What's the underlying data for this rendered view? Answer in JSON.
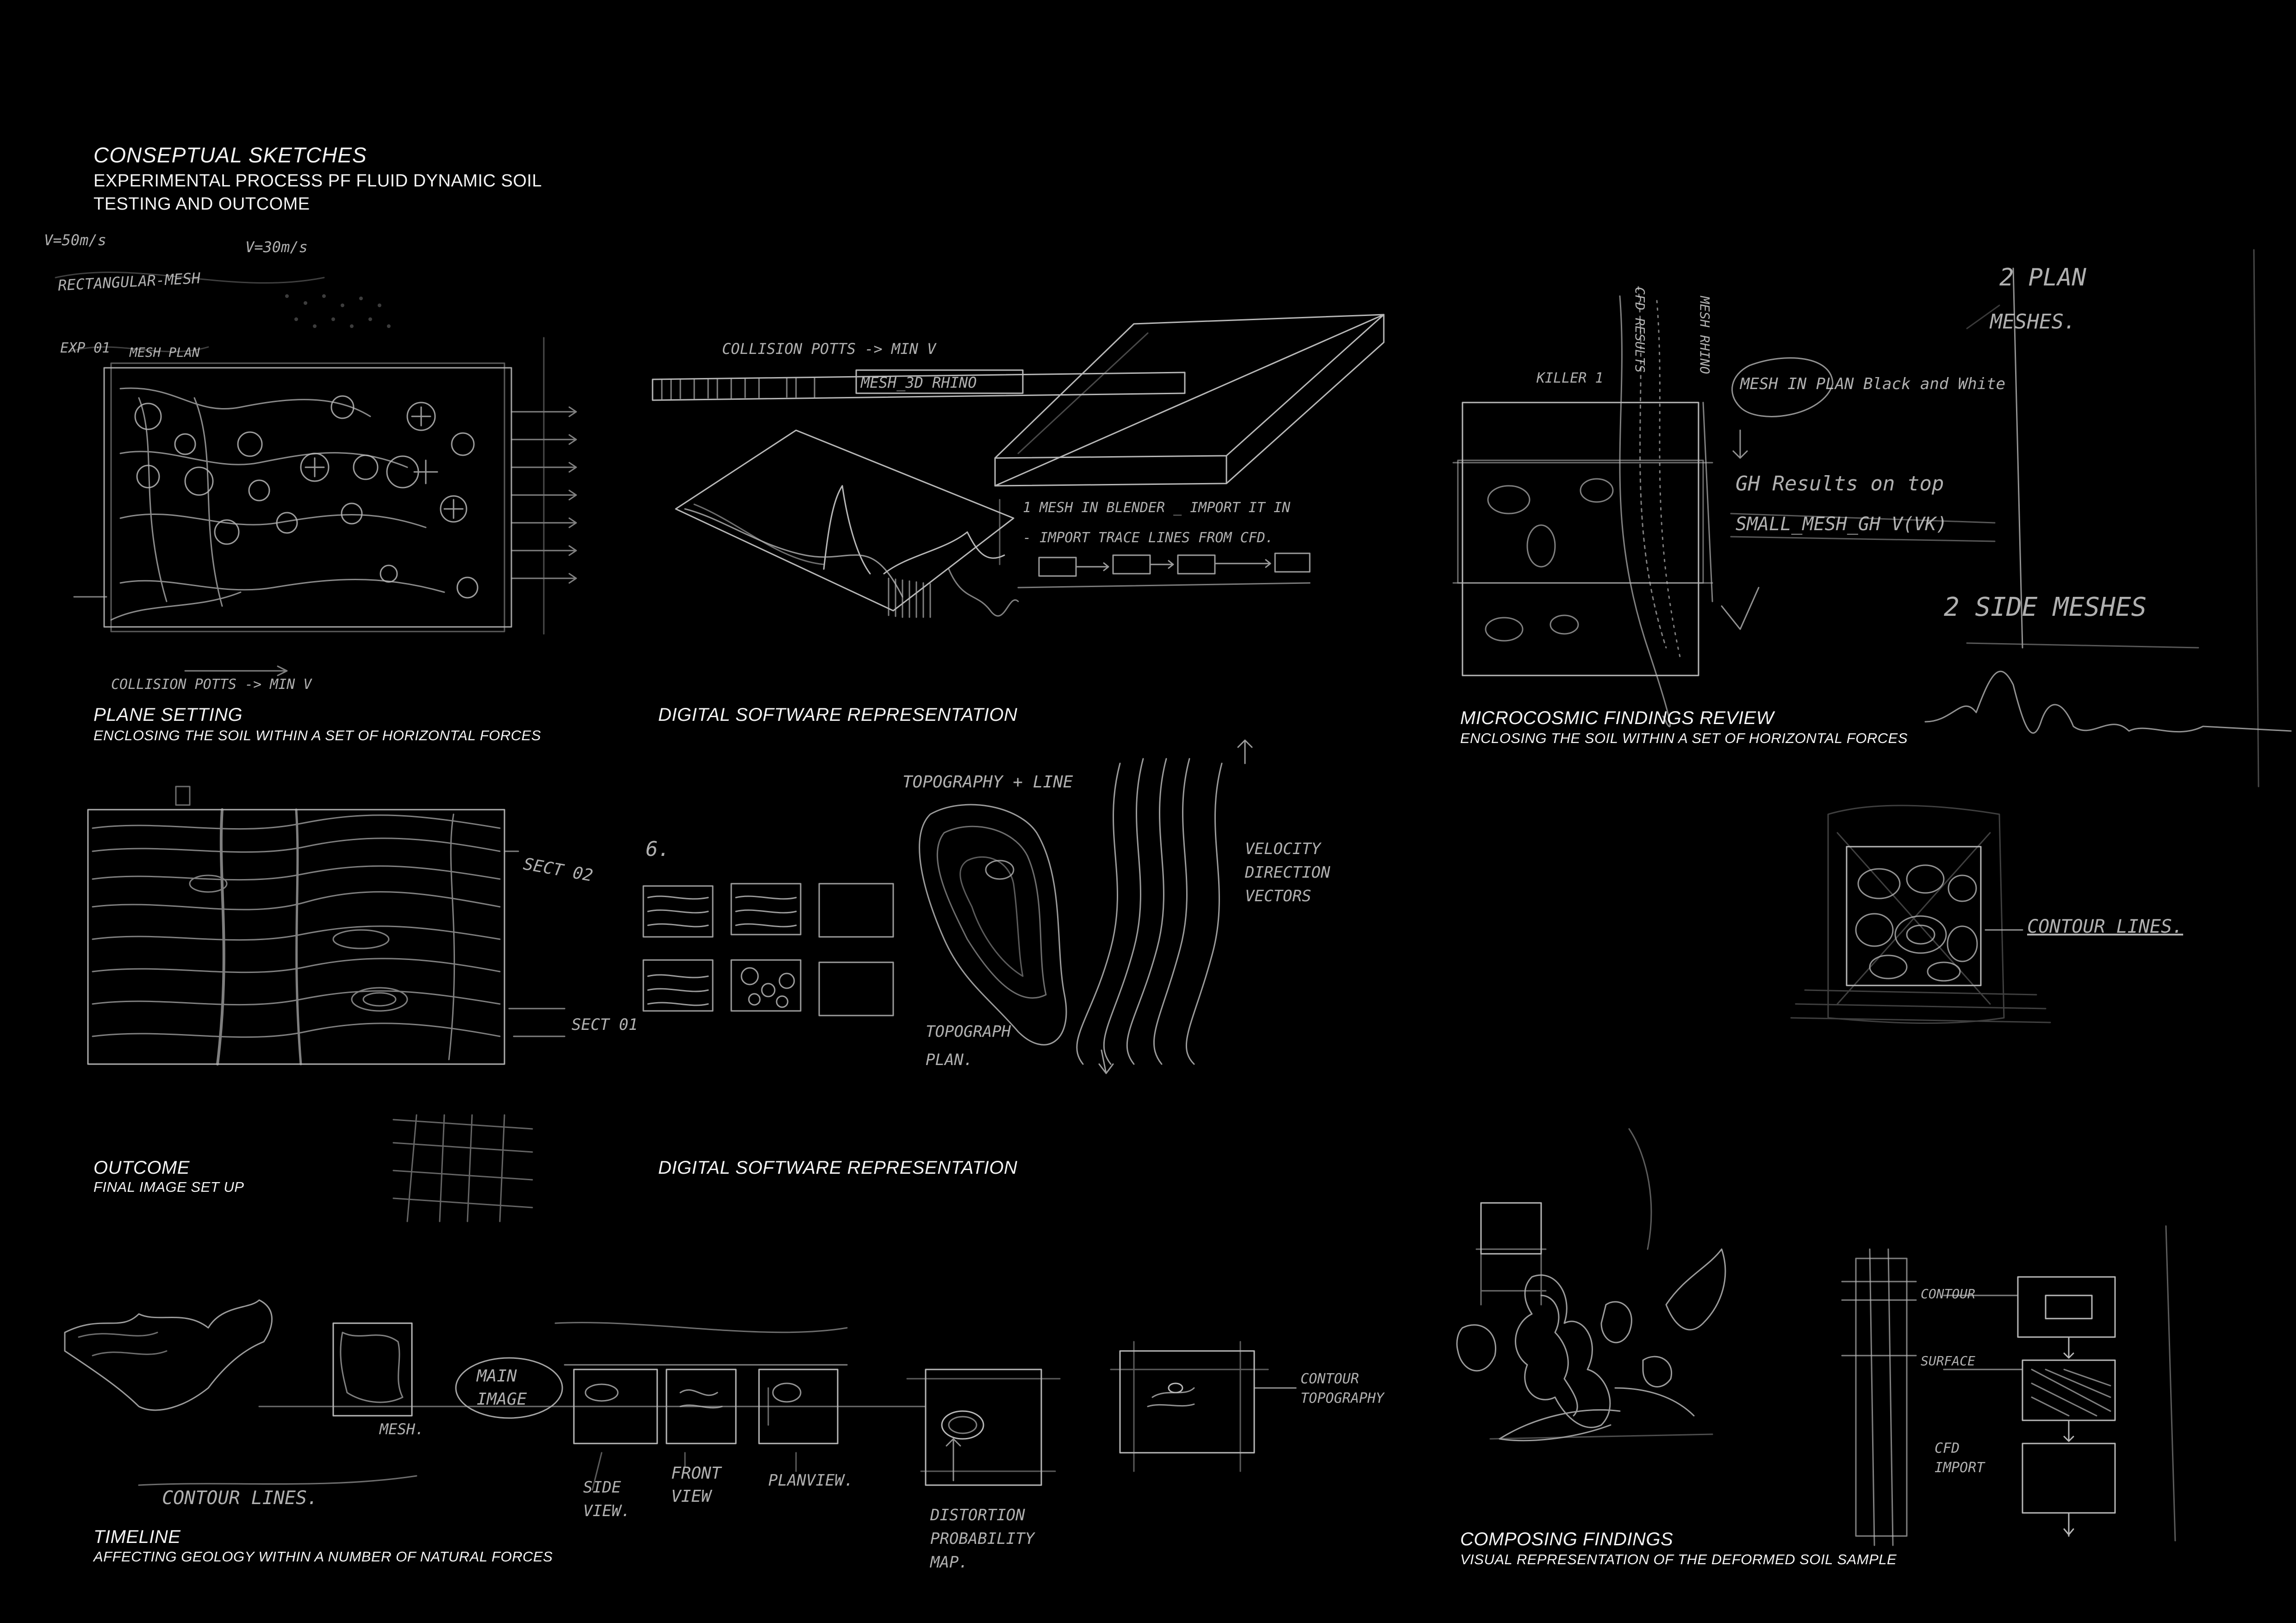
{
  "header": {
    "title": "CONSEPTUAL SKETCHES",
    "subtitle_line1": "EXPERIMENTAL PROCESS PF FLUID DYNAMIC SOIL",
    "subtitle_line2": "TESTING AND OUTCOME"
  },
  "captions": {
    "plane_setting": {
      "title": "PLANE SETTING",
      "subtitle": "ENCLOSING THE SOIL WITHIN A SET OF HORIZONTAL FORCES"
    },
    "digital_1": {
      "title": "DIGITAL SOFTWARE REPRESENTATION"
    },
    "microcosmic": {
      "title": "MICROCOSMIC FINDINGS REVIEW",
      "subtitle": "ENCLOSING THE SOIL WITHIN A SET OF HORIZONTAL FORCES"
    },
    "outcome": {
      "title": "OUTCOME",
      "subtitle": "FINAL IMAGE SET UP"
    },
    "digital_2": {
      "title": "DIGITAL SOFTWARE REPRESENTATION"
    },
    "timeline": {
      "title": "TIMELINE",
      "subtitle": "AFFECTING GEOLOGY  WITHIN A NUMBER OF NATURAL FORCES"
    },
    "composing": {
      "title": "COMPOSING FINDINGS",
      "subtitle": "VISUAL REPRESENTATION OF THE DEFORMED SOIL SAMPLE"
    }
  },
  "sketch_notes": {
    "velocity_1": "V=50m/s",
    "velocity_2": "V=30m/s",
    "rect_mesh": "RECTANGULAR-MESH",
    "exp": "EXP 01",
    "mesh_plan": "MESH PLAN",
    "collision_top": "COLLISION POTTS -> MIN V",
    "collision_bottom": "COLLISION POTTS -> MIN V",
    "mesh_3d": "MESH_3D RHINO",
    "blender": "1 MESH IN BLENDER _ IMPORT IT IN",
    "trace_lines": "- IMPORT TRACE LINES FROM CFD.",
    "killer": "KILLER 1",
    "mesh_rhino": "MESH RHINO",
    "cfd_results": "CFD RESULTS",
    "mesh_in_plan": "MESH IN PLAN Black and White",
    "gh_results": "GH Results on top",
    "small_mesh": "SMALL_MESH_GH  V(VK)",
    "two_plan": "2 PLAN",
    "meshes": "MESHES.",
    "two_side": "2 SIDE MESHES",
    "sect_02": "SECT 02",
    "sect_01": "SECT 01",
    "six": "6.",
    "topography_line": "TOPOGRAPHY  + LINE",
    "velocity_vectors": "VELOCITY DIRECTION VECTORS",
    "topograph_plan": "TOPOGRAPH PLAN.",
    "contour_lines_right": "CONTOUR LINES.",
    "main_image": "MAIN IMAGE",
    "mesh_label": "MESH.",
    "side_view": "SIDE VIEW.",
    "front_view": "FRONT VIEW",
    "plan_view": "PLANVIEW.",
    "distortion": "DISTORTION PROBABILITY MAP.",
    "contour_lines_bottom": "CONTOUR LINES.",
    "contour_topograph": "CONTOUR TOPOGRAPHY",
    "cfd_import": "CFD IMPORT",
    "surface": "SURFACE",
    "contour": "CONTOUR"
  }
}
